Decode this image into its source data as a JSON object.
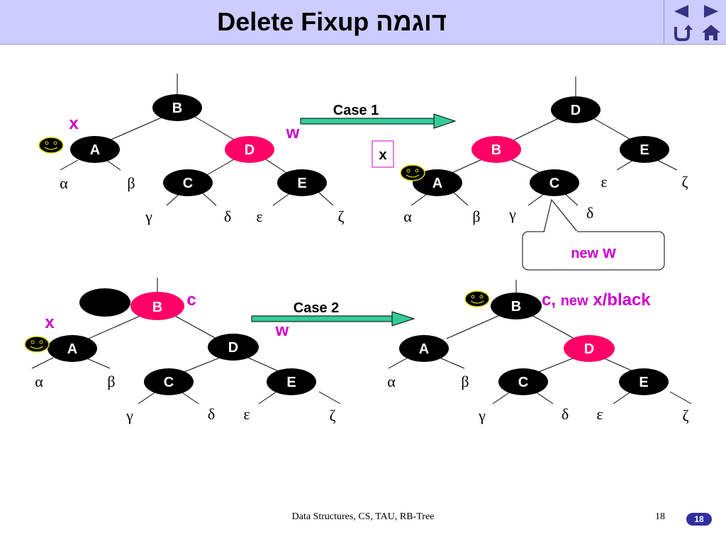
{
  "title": "Delete Fixup דוגמה",
  "nav": {
    "prev": "previous-slide",
    "next": "next-slide",
    "return": "return-slide",
    "home": "home-slide"
  },
  "colors": {
    "black_node": "#000000",
    "red_node": "#ff0066",
    "label_purple": "#cc00cc",
    "arrow": "#33cc99",
    "title_bg": "#ccccff"
  },
  "labels": {
    "case1": "Case 1",
    "case2": "Case 2",
    "x": "x",
    "w": "w",
    "c": "c",
    "new": "new",
    "new_x_black_prefix": "c, ",
    "new_x_black_suffix": " x/black"
  },
  "nodes": {
    "B": "B",
    "A": "A",
    "C": "C",
    "D": "D",
    "E": "E"
  },
  "greek": {
    "alpha": "α",
    "beta": "β",
    "gamma": "γ",
    "delta": "δ",
    "epsilon": "ε",
    "zeta": "ζ"
  },
  "footer": {
    "text": "Data Structures, CS, TAU, RB-Tree",
    "page": "18",
    "badge": "18"
  }
}
